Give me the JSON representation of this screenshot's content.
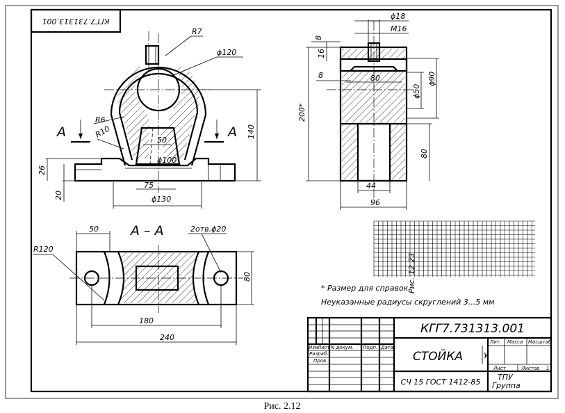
{
  "stamp": {
    "doc_code": "КГГ7.731313.001",
    "name": "СТОЙКА",
    "material": "СЧ 15 ГОСТ 1412-85",
    "lit_label": "Лит.",
    "mass_label": "Масса",
    "scale_label": "Масштаб",
    "sheet_label": "Лист",
    "sheets_label": "Листов",
    "sheets_value": "1",
    "lit_value": "У",
    "org": "ТПУ",
    "group": "Группа",
    "col_izm": "Изм",
    "col_list": "Лист",
    "col_doc": "N докум.",
    "col_sign": "Подп.",
    "col_date": "Дата",
    "row_razrab": "Разраб.",
    "row_prov": "Пров."
  },
  "corner_code": "КГГ7.731313.001",
  "dimensions": {
    "r7": "R7",
    "d120": "ϕ120",
    "r6": "R6",
    "r10": "R10",
    "d50_front": "50",
    "d100": "ϕ100",
    "d75": "75",
    "d130": "ϕ130",
    "d140": "140",
    "d26": "26",
    "d20": "20",
    "d18": "ϕ18",
    "m16": "M16",
    "d8_top": "8",
    "d16": "16",
    "d8_mid": "8",
    "d80_side": "80",
    "d200": "200*",
    "d50_side": "ϕ50",
    "d90": "ϕ90",
    "d80_vert": "80",
    "d44": "44",
    "d96": "96",
    "d50_plan": "50",
    "two_holes": "2отв.ϕ20",
    "r120": "R120",
    "d80_plan": "80",
    "d180": "180",
    "d240": "240"
  },
  "section_labels": {
    "a_left": "А",
    "a_right": "А",
    "aa": "А – А"
  },
  "notes": {
    "note1": "* Размер для справок",
    "note2": "Неуказанные радиусы скруглений 3...5 мм"
  },
  "grid_label": "Рис. 12.23",
  "caption": "Рис. 2.12"
}
